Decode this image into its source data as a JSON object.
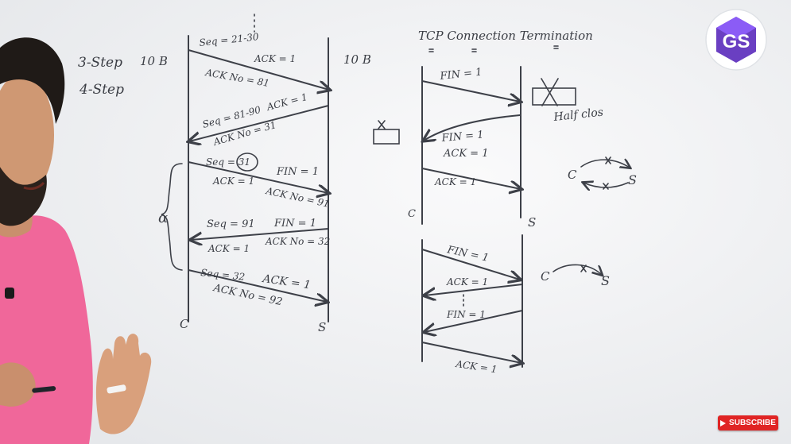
{
  "board": {
    "title": "TCP Connection Termination",
    "notes": {
      "three_step": "3-Step",
      "ten_b_1": "10 B",
      "four_step": "4-Step",
      "ten_b_2": "10 B",
      "half_close": "Half clos"
    },
    "left_diagram": {
      "labels": [
        "Seq = 21-30",
        "ACK = 1",
        "ACK No = 81",
        "Seq = 81-90",
        "ACK = 1",
        "ACK No = 31",
        "Seq = 31",
        "FIN = 1",
        "ACK = 1",
        "ACK No = 91",
        "Seq = 91",
        "FIN = 1",
        "ACK = 1",
        "ACK No = 32",
        "Seq = 32",
        "ACK = 1",
        "ACK No = 92"
      ],
      "client": "C",
      "server": "S"
    },
    "right_top": {
      "labels": [
        "FIN = 1",
        "FIN = 1",
        "ACK = 1",
        "ACK = 1"
      ],
      "client": "C",
      "server": "S"
    },
    "right_bottom": {
      "labels": [
        "FIN = 1",
        "ACK = 1",
        "FIN = 1",
        "ACK = 1"
      ]
    },
    "side": {
      "c1": "C",
      "s1": "S",
      "c2": "C",
      "s2": "S"
    }
  },
  "subscribe_label": "SUBSCRIBE",
  "colors": {
    "board": "#f3f4f6",
    "ink": "#3d4048",
    "shirt": "#f0679a",
    "logo": "#6a3fc2",
    "subscribe": "#e02424"
  },
  "icons": {
    "logo": "channel-logo-icon",
    "subscribe": "play-icon"
  }
}
